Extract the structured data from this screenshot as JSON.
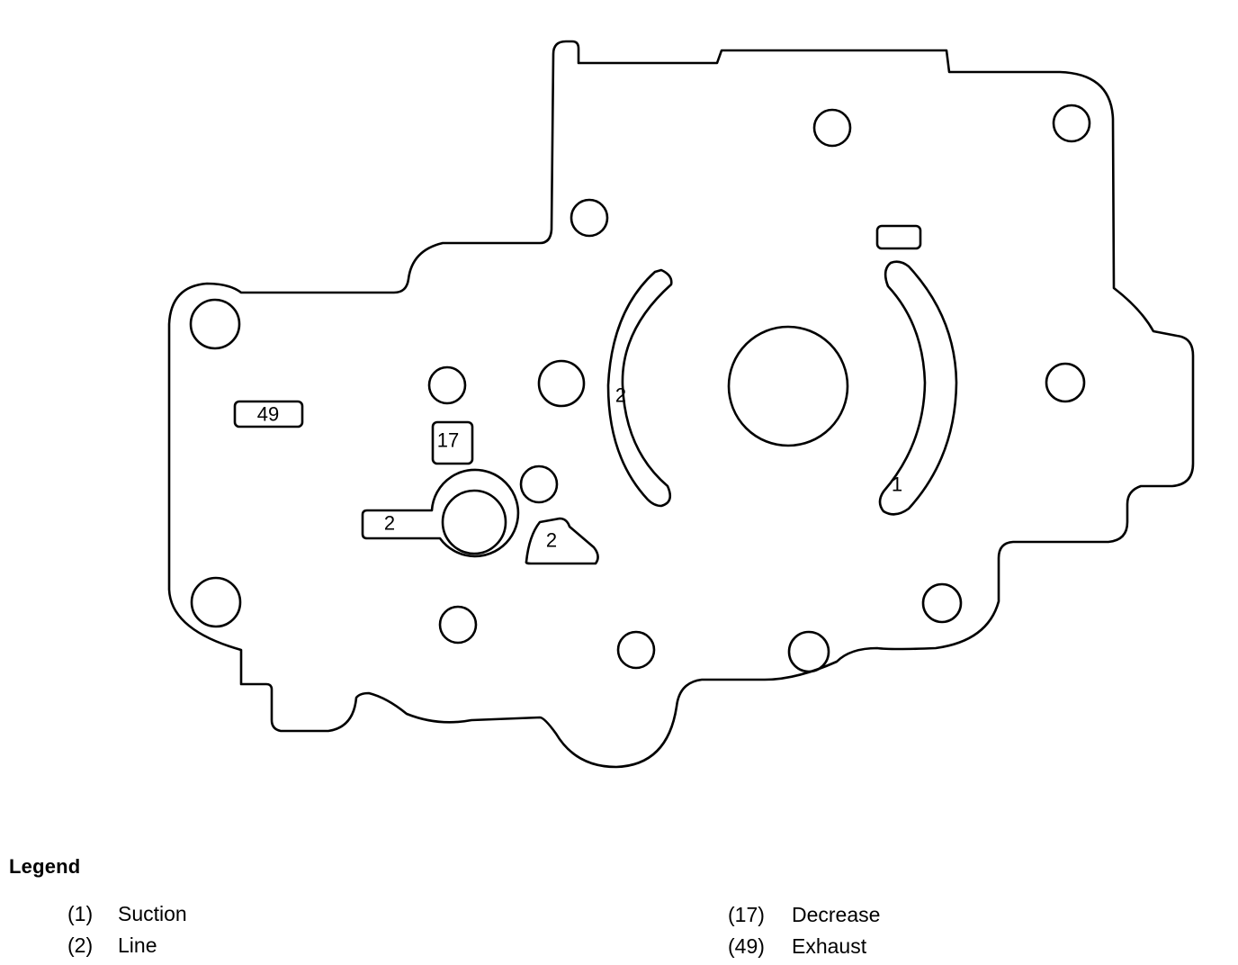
{
  "diagram": {
    "port_labels": {
      "arc_left": "2",
      "arc_right": "1",
      "slot_exhaust": "49",
      "slot_decrease": "17",
      "keyhole_line": "2",
      "wedge_line": "2"
    }
  },
  "legend": {
    "title": "Legend",
    "items": [
      {
        "num": "(1)",
        "label": "Suction"
      },
      {
        "num": "(2)",
        "label": "Line"
      },
      {
        "num": "(17)",
        "label": "Decrease"
      },
      {
        "num": "(49)",
        "label": "Exhaust"
      }
    ]
  }
}
